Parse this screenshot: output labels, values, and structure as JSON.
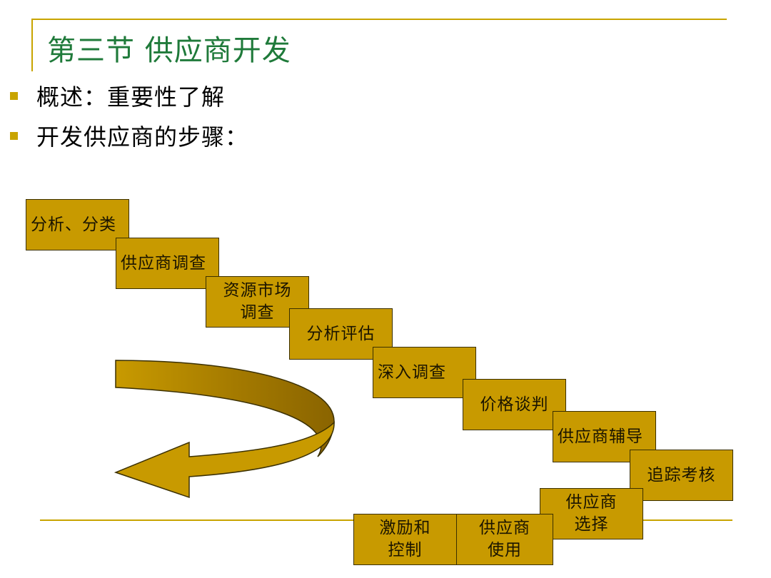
{
  "title": "第三节 供应商开发",
  "bullets": [
    "概述：重要性了解",
    "开发供应商的步骤："
  ],
  "steps": [
    "分析、分类",
    "供应商调查",
    "资源市场\n调查",
    "分析评估",
    "深入调查",
    "价格谈判",
    "供应商辅导",
    "追踪考核",
    "供应商\n选择",
    "供应商\n使用",
    "激励和\n控制"
  ],
  "colors": {
    "accent": "#c8a400",
    "title": "#1f7a3a",
    "step_fill": "#c89a00",
    "arrow_fill": "#c89a00"
  },
  "icons": [
    "curved-return-arrow-icon",
    "bullet-square-icon"
  ]
}
